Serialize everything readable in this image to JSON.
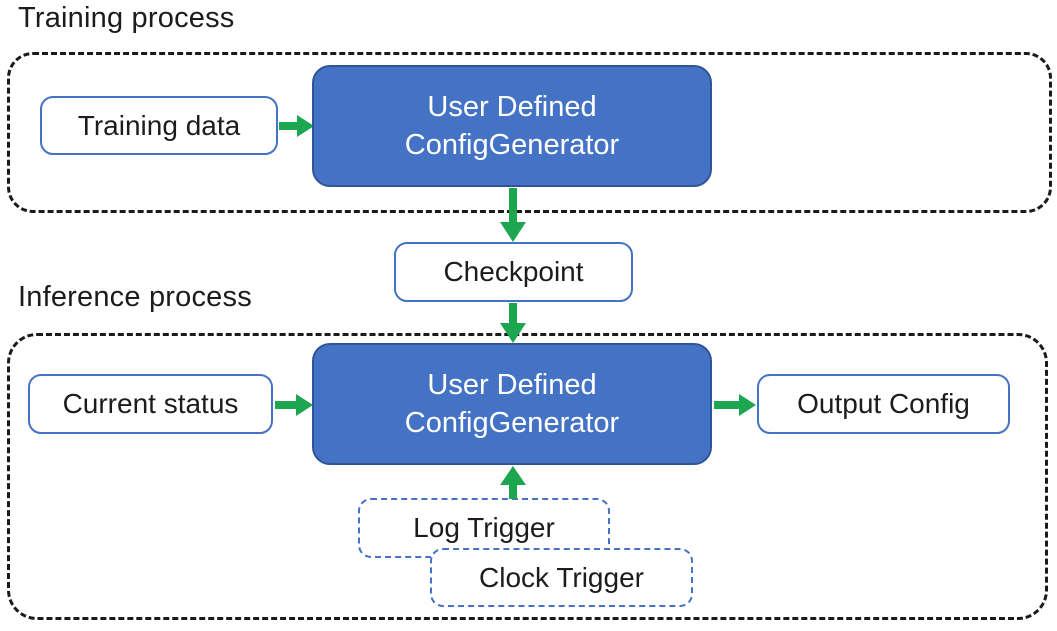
{
  "colors": {
    "node_fill": "#4472C4",
    "node_border": "#2F5597",
    "io_border": "#4472C4",
    "trigger_border": "#4472C4",
    "arrow": "#1CA64F",
    "container_border": "#1A1A1A",
    "text": "#1C1C1C",
    "node_text": "#FFFFFF"
  },
  "training": {
    "label": "Training process",
    "input_box": "Training data",
    "generator": {
      "line1": "User Defined",
      "line2": "ConfigGenerator"
    }
  },
  "checkpoint": {
    "label": "Checkpoint"
  },
  "inference": {
    "label": "Inference process",
    "input_box": "Current status",
    "generator": {
      "line1": "User Defined",
      "line2": "ConfigGenerator"
    },
    "output_box": "Output Config",
    "log_trigger": "Log Trigger",
    "clock_trigger": "Clock Trigger"
  }
}
